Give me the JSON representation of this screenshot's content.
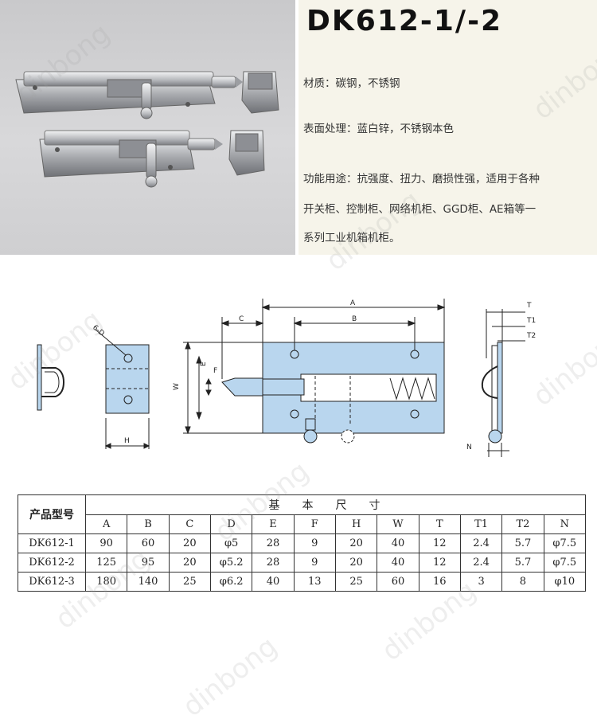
{
  "header": {
    "model": "DK612-1/-2"
  },
  "specs": {
    "material": "材质：碳钢，不锈钢",
    "surface": "表面处理：蓝白锌，不锈钢本色",
    "usage_line1": "功能用途：抗强度、扭力、磨损性强，适用于各种",
    "usage_line2": "开关柜、控制柜、网络机柜、GGD柜、AE箱等一",
    "usage_line3": "系列工业机箱机柜。"
  },
  "drawing_labels": {
    "A": "A",
    "B": "B",
    "C": "C",
    "E": "E",
    "F": "F",
    "W": "W",
    "H": "H",
    "N": "N",
    "T": "T",
    "T1": "T1",
    "T2": "T2",
    "D": "6-D"
  },
  "table": {
    "model_header": "产品型号",
    "group_header": "基本尺寸",
    "columns": [
      "A",
      "B",
      "C",
      "D",
      "E",
      "F",
      "H",
      "W",
      "T",
      "T1",
      "T2",
      "N"
    ],
    "rows": [
      {
        "model": "DK612-1",
        "values": [
          "90",
          "60",
          "20",
          "φ5",
          "28",
          "9",
          "20",
          "40",
          "12",
          "2.4",
          "5.7",
          "φ7.5"
        ]
      },
      {
        "model": "DK612-2",
        "values": [
          "125",
          "95",
          "20",
          "φ5.2",
          "28",
          "9",
          "20",
          "40",
          "12",
          "2.4",
          "5.7",
          "φ7.5"
        ]
      },
      {
        "model": "DK612-3",
        "values": [
          "180",
          "140",
          "25",
          "φ6.2",
          "40",
          "13",
          "25",
          "60",
          "16",
          "3",
          "8",
          "φ10"
        ]
      }
    ]
  },
  "watermark": "dinbong",
  "colors": {
    "part_fill": "#b9d6ee",
    "info_bg": "#f6f4ea",
    "line": "#222222"
  }
}
